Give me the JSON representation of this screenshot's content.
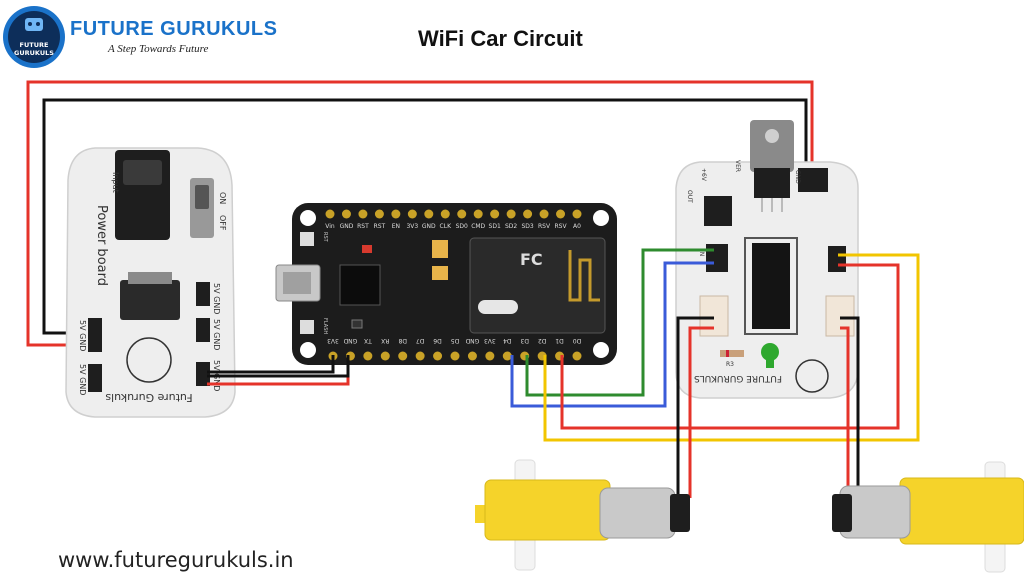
{
  "header": {
    "brand": "FUTURE GURUKULS",
    "tagline": "A Step Towards Future",
    "logo_text_1": "FUTURE",
    "logo_text_2": "GURUKULS",
    "title": "WiFi Car Circuit"
  },
  "footer": {
    "website": "www.futuregurukuls.in"
  },
  "power_board": {
    "title": "Power board",
    "input_label": "Input",
    "switch_off": "OFF",
    "switch_on": "ON",
    "pin_labels": [
      "5V GND",
      "5V GND",
      "5V GND",
      "5V GND",
      "5V GND"
    ],
    "brand": "Future Gurukuls"
  },
  "nodemcu": {
    "top_pins": [
      "Vin",
      "GND",
      "RST",
      "RST",
      "EN",
      "3V3",
      "GND",
      "CLK",
      "SD0",
      "CMD",
      "SD1",
      "SD2",
      "SD3",
      "RSV",
      "RSV",
      "A0"
    ],
    "bottom_pins": [
      "3V3",
      "GND",
      "TX",
      "RX",
      "D8",
      "D7",
      "D6",
      "D5",
      "GND",
      "3V3",
      "D4",
      "D3",
      "D2",
      "D1",
      "D0"
    ],
    "rst_label": "RST",
    "flash_label": "FLASH"
  },
  "motor_driver": {
    "label_in": "IN",
    "label_out": "OUT",
    "label_power": "VER",
    "label_gnd": "GND",
    "label_plus": "+6V",
    "resistor": "R3",
    "brand": "FUTURE GURUKULS"
  },
  "colors": {
    "red_wire": "#e5332a",
    "black_wire": "#111111",
    "green_wire": "#2e8b2e",
    "blue_wire": "#3a5bd9",
    "yellow_wire": "#f2c500",
    "board_white": "#eeeeee",
    "pcb_black": "#1c1c1c",
    "motor_yellow": "#f5d32a",
    "brand_blue": "#1a72c9"
  }
}
